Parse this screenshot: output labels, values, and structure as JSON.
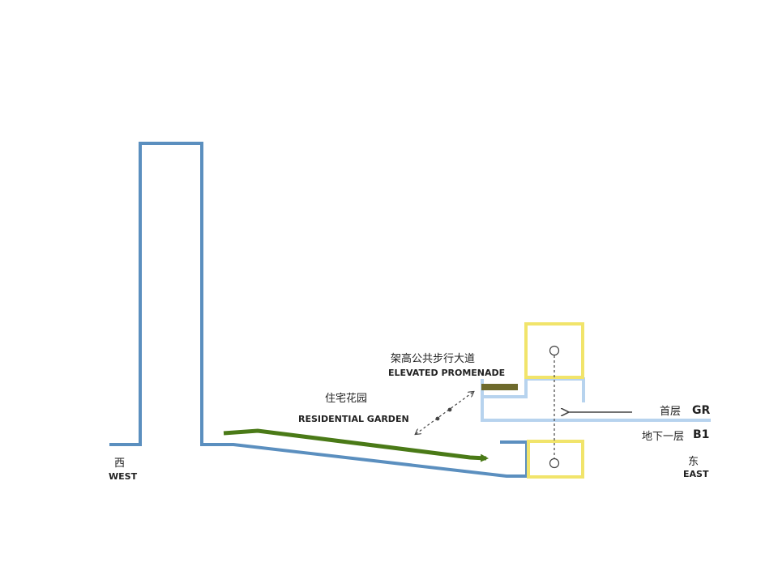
{
  "directions": {
    "west_cn": "西",
    "west_en": "WEST",
    "east_cn": "东",
    "east_en": "EAST"
  },
  "labels": {
    "promenade_cn": "架高公共步行大道",
    "promenade_en": "ELEVATED PROMENADE",
    "garden_cn": "住宅花园",
    "garden_en": "RESIDENTIAL GARDEN"
  },
  "levels": {
    "ground_cn": "首层",
    "ground_code": "GR",
    "basement_cn": "地下一层",
    "basement_code": "B1"
  },
  "colors": {
    "building_outline": "#5b8fbf",
    "ground_level": "#b7d3ee",
    "core": "#f1e46b",
    "garden_path": "#4a7a17",
    "promenade_deck": "#6e6a2c",
    "annotation": "#444444"
  }
}
